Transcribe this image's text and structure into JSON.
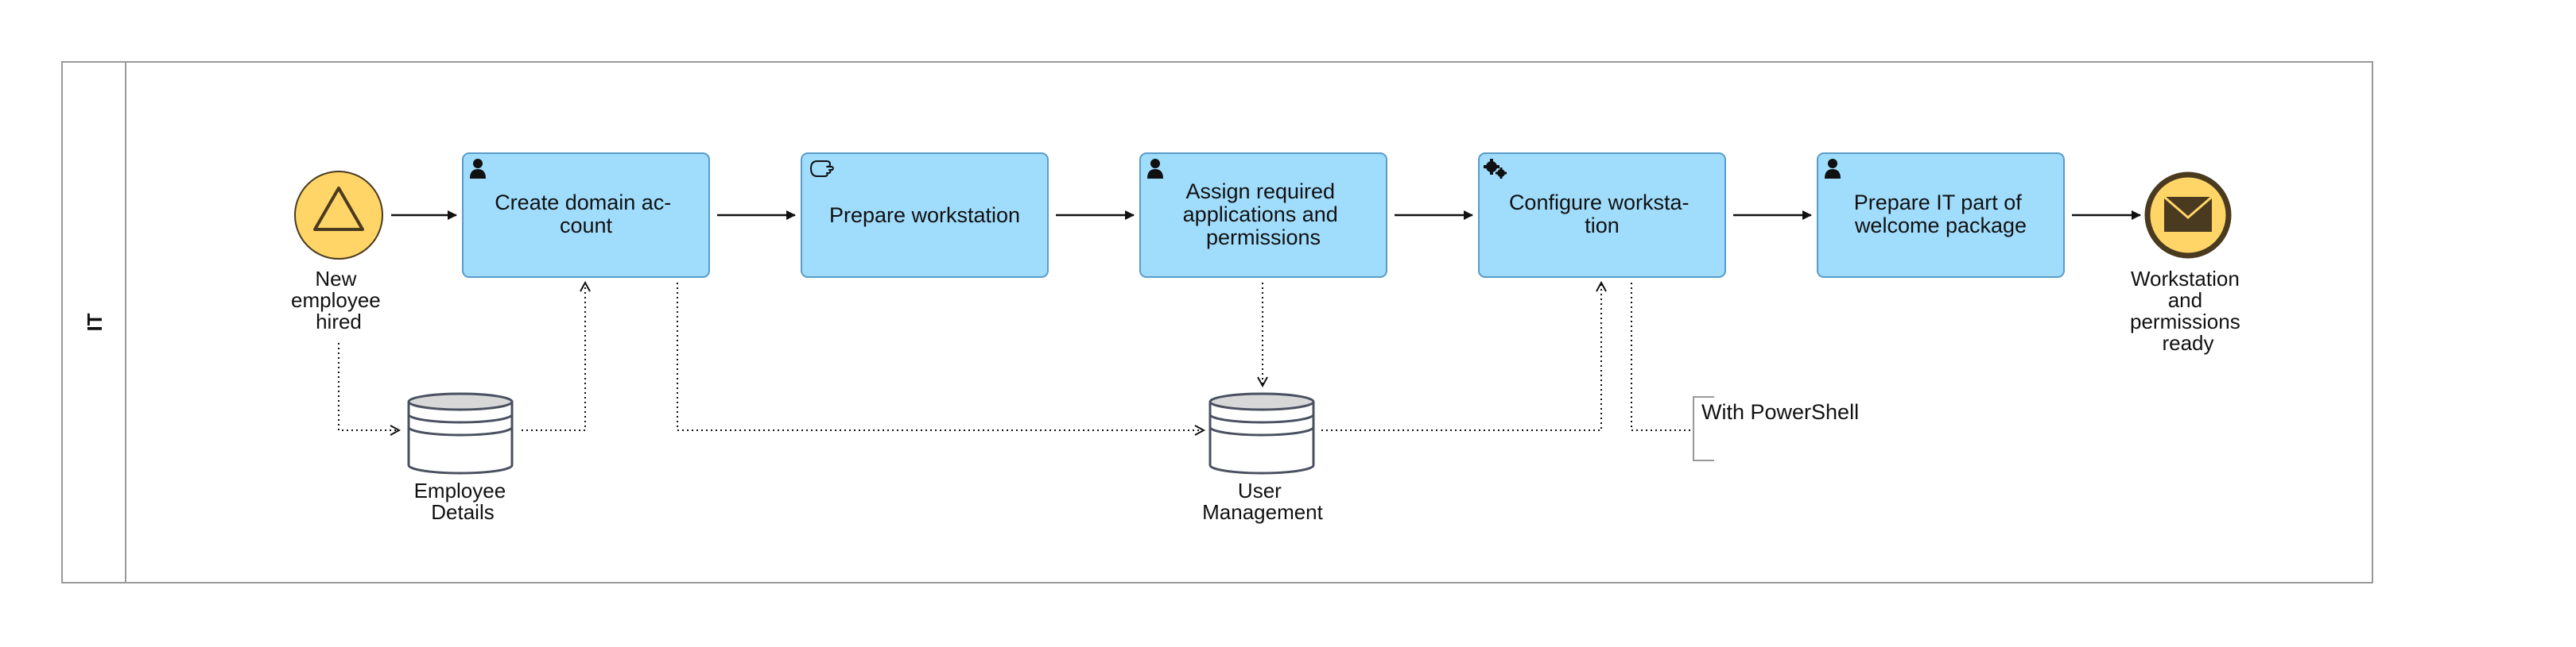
{
  "pool": {
    "lane_label": "IT"
  },
  "events": {
    "start": {
      "label_lines": [
        "New",
        "employee",
        "hired"
      ]
    },
    "end": {
      "label_lines": [
        "Workstation",
        "and",
        "permissions",
        "ready"
      ]
    }
  },
  "tasks": [
    {
      "id": "task1",
      "icon": "user-icon",
      "label_lines": [
        "Create domain ac-",
        "count"
      ]
    },
    {
      "id": "task2",
      "icon": "manual-hand-icon",
      "label_lines": [
        "Prepare workstation"
      ]
    },
    {
      "id": "task3",
      "icon": "user-icon",
      "label_lines": [
        "Assign required",
        "applications and",
        "permissions"
      ]
    },
    {
      "id": "task4",
      "icon": "gear-icon",
      "label_lines": [
        "Configure worksta-",
        "tion"
      ]
    },
    {
      "id": "task5",
      "icon": "user-icon",
      "label_lines": [
        "Prepare IT part of",
        "welcome package"
      ]
    }
  ],
  "data_stores": [
    {
      "id": "store1",
      "label_lines": [
        "Employee",
        "Details"
      ]
    },
    {
      "id": "store2",
      "label_lines": [
        "User",
        "Management"
      ]
    }
  ],
  "annotation": {
    "text": "With PowerShell"
  },
  "colors": {
    "task_fill": "#a0dcfc",
    "task_stroke": "#5a9cc8",
    "event_fill": "#fed566",
    "event_stroke": "#4a3a20",
    "pool_stroke": "#999999",
    "store_stroke": "#4a5060"
  }
}
